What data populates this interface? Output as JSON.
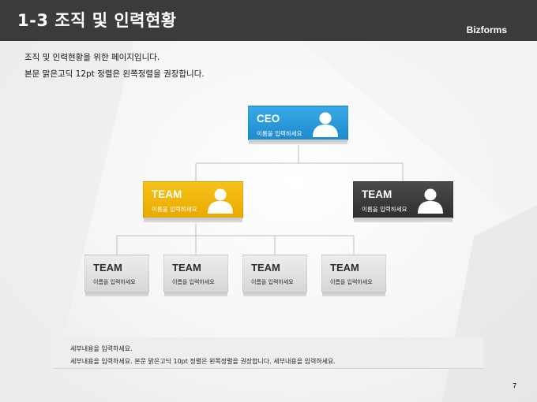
{
  "header": {
    "title": "1-3 조직 및 인력현황",
    "brand": "Bizforms"
  },
  "intro": {
    "line1": "조직 및 인력현황을 위한 페이지입니다.",
    "line2": "본문 맑은고딕 12pt 정렬은 왼쪽정렬을 권장합니다."
  },
  "org": {
    "ceo": {
      "label": "CEO",
      "sub": "이름을 입력하세요"
    },
    "team_yellow": {
      "label": "TEAM",
      "sub": "이름을 입력하세요"
    },
    "team_dark": {
      "label": "TEAM",
      "sub": "이름을 입력하세요"
    },
    "teams": [
      {
        "label": "TEAM",
        "sub": "이름을 입력하세요"
      },
      {
        "label": "TEAM",
        "sub": "이름을 입력하세요"
      },
      {
        "label": "TEAM",
        "sub": "이름을 입력하세요"
      },
      {
        "label": "TEAM",
        "sub": "이름을 입력하세요"
      }
    ]
  },
  "note": {
    "line1": "세부내용을 입력하세요.",
    "line2": "세부내용을 입력하세요. 본문 맑은고딕 10pt 정렬은 왼쪽정렬을 권장합니다. 세부내용을 입력하세요."
  },
  "page_number": "7",
  "colors": {
    "header_bg": "#3b3b3b",
    "ceo_blue": "#2a9ad9",
    "team_yellow": "#f0b400",
    "team_dark": "#3a3a3a",
    "team_gray": "#e2e2e2"
  }
}
